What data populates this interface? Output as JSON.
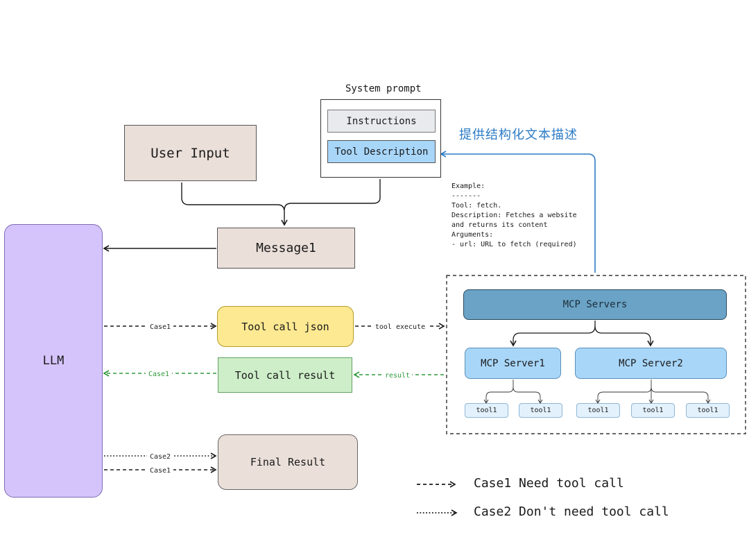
{
  "system_prompt": {
    "title": "System prompt",
    "instructions": "Instructions",
    "tool_description": "Tool Description"
  },
  "user_input": "User Input",
  "message": "Message1",
  "llm": "LLM",
  "tool_call_json": "Tool call json",
  "tool_call_result": "Tool call result",
  "final_result": "Final Result",
  "annotation_cn": "提供结构化文本描述",
  "example": {
    "lines": [
      "Example:",
      "-------",
      "Tool: fetch.",
      "Description: Fetches a website",
      "and returns its content",
      "Arguments:",
      "- url: URL to fetch (required)"
    ]
  },
  "mcp": {
    "servers_label": "MCP Servers",
    "server1": "MCP Server1",
    "server2": "MCP Server2",
    "tools": [
      "tool1",
      "tool1",
      "tool1",
      "tool1",
      "tool1"
    ]
  },
  "edges": {
    "case1_to_json": "Case1",
    "tool_execute": "tool execute",
    "result": "result",
    "case1_result": "Case1",
    "case2_final": "Case2",
    "case1_final": "Case1"
  },
  "legend": {
    "case1": "Case1 Need tool call",
    "case2": "Case2 Don't need tool call"
  },
  "colors": {
    "tan": "#eadfd9",
    "llm_purple": "#d5c4fb",
    "yellow": "#fde991",
    "green": "#cdeec8",
    "blue_light": "#a8d6f9",
    "gray_light": "#e9eaee",
    "mcp_dark": "#6aa3c6",
    "annotation_blue": "#2b7bc5",
    "green_arrow": "#2e9a3a"
  }
}
